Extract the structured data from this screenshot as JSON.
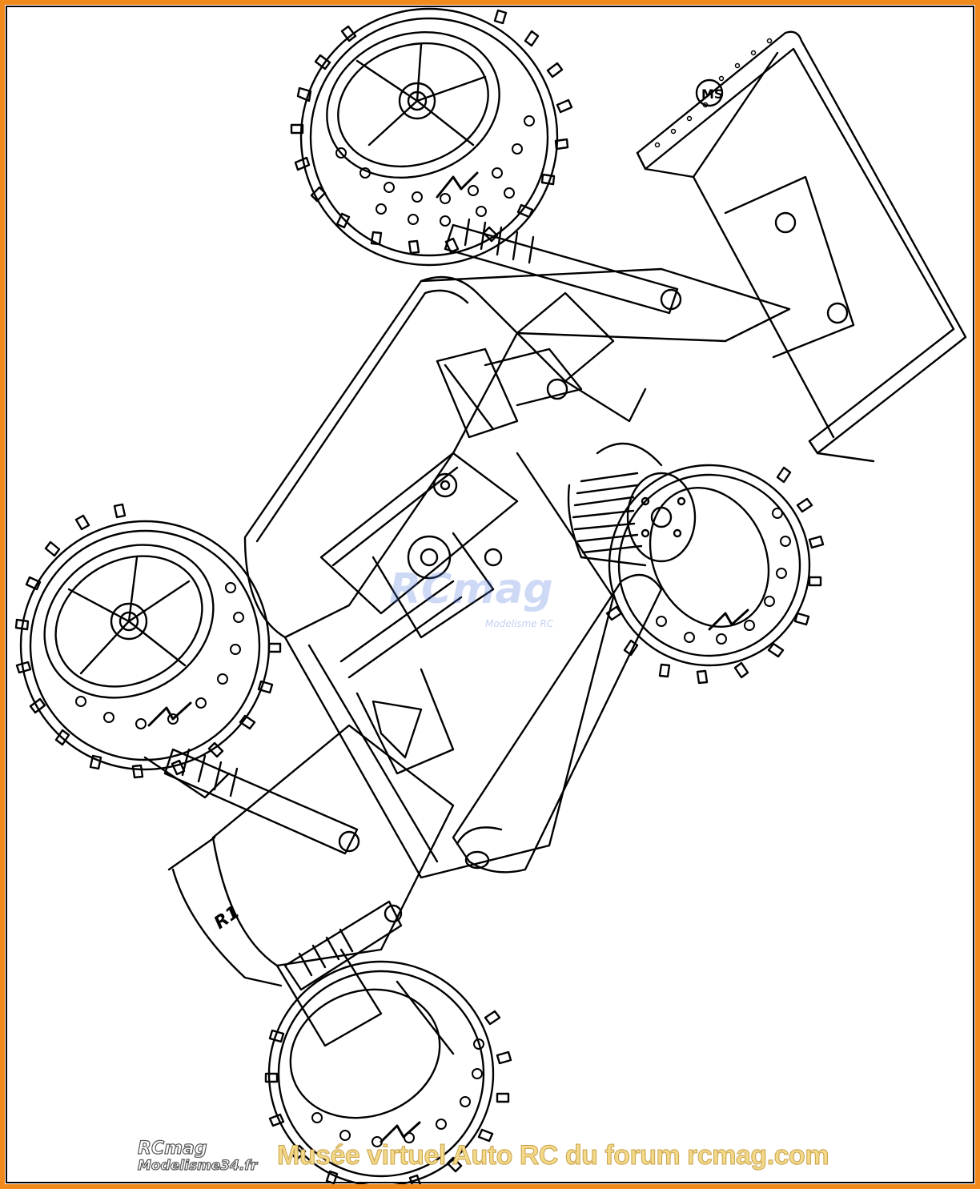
{
  "image": {
    "subject": "rc-buggy-line-drawing",
    "border_color": "#f08a1c",
    "line_color": "#000000",
    "background": "#ffffff"
  },
  "footer": {
    "logo_brand": "RCmag",
    "logo_site": "Modelisme34.fr",
    "caption": "Musée virtuel Auto RC du forum rcmag.com"
  },
  "watermark": {
    "main": "RCmag",
    "sub": "Modelisme RC"
  },
  "decals": {
    "wing_logo": "MS",
    "chassis_logo": "R1"
  }
}
